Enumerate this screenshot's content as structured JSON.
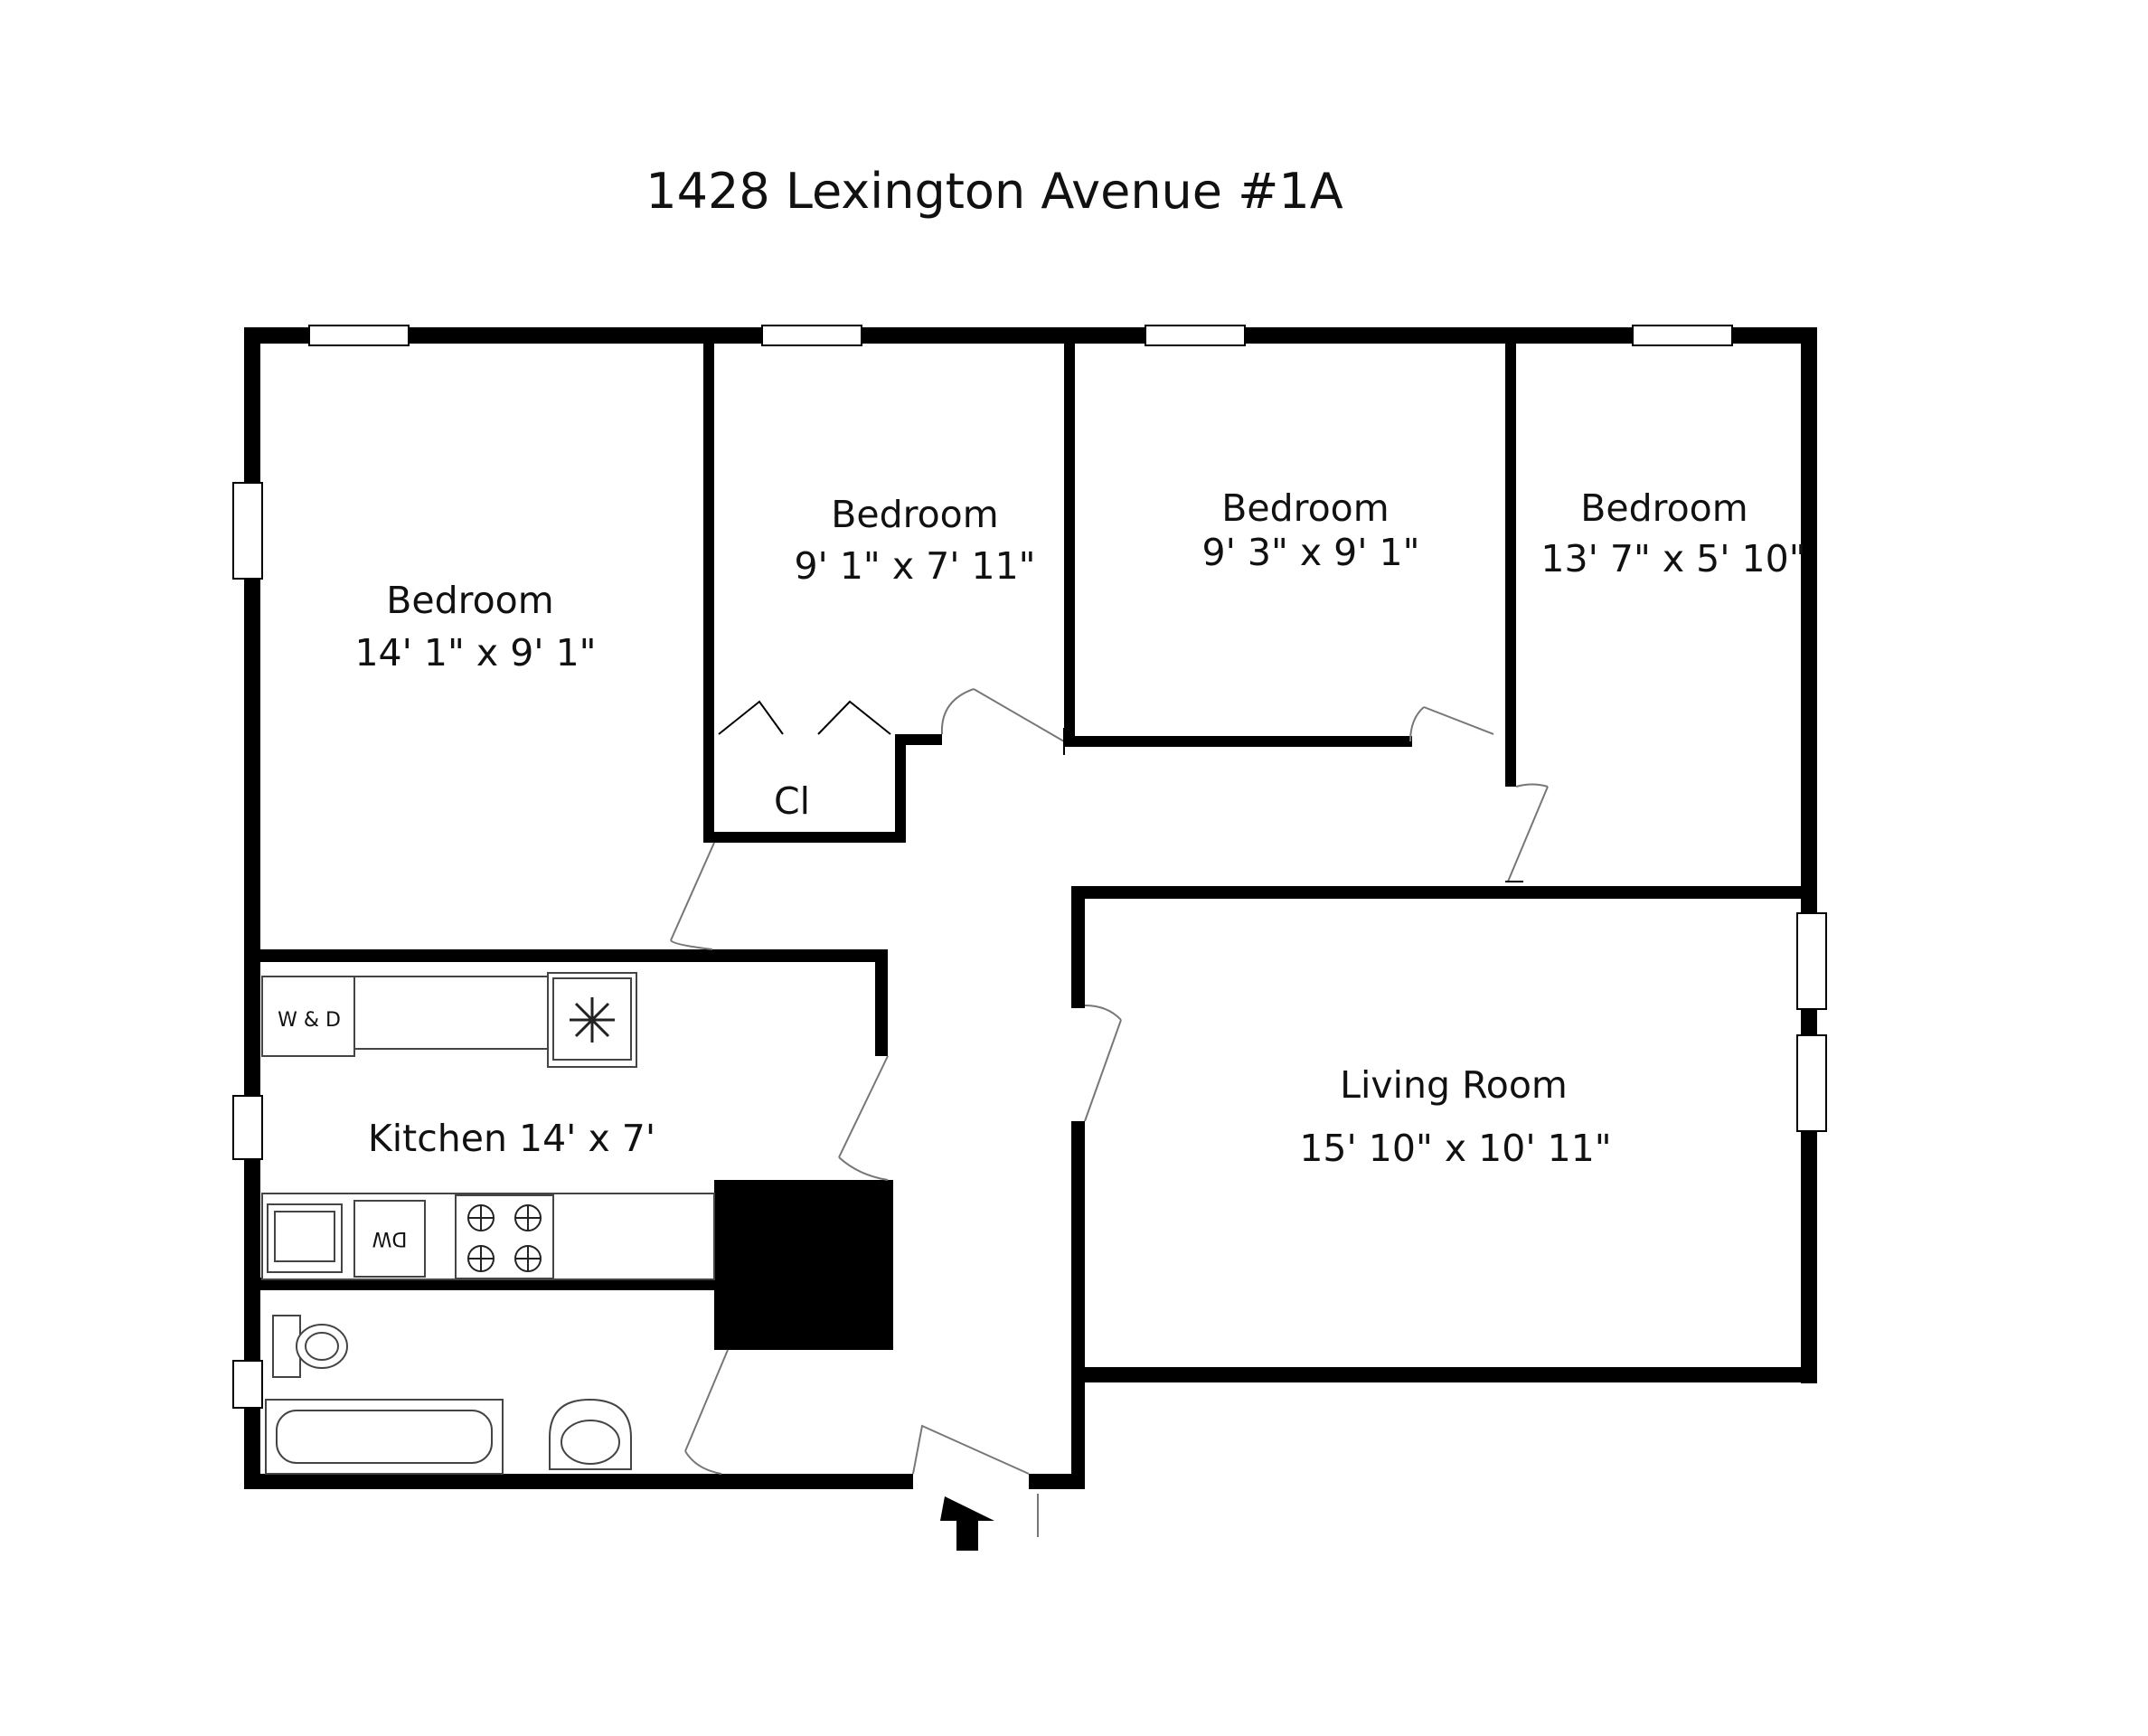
{
  "title": "1428 Lexington Avenue #1A",
  "rooms": {
    "bedroom_1": {
      "name": "Bedroom",
      "size": "14' 1\" x 9' 1\""
    },
    "bedroom_2": {
      "name": "Bedroom",
      "size": "9' 1\" x 7' 11\""
    },
    "bedroom_3": {
      "name": "Bedroom",
      "size": "9' 3\" x 9' 1\""
    },
    "bedroom_4": {
      "name": "Bedroom",
      "size": "13' 7\" x 5' 10\""
    },
    "living_room": {
      "name": "Living Room",
      "size": "15' 10\" x 10' 11\""
    },
    "kitchen": {
      "label": "Kitchen 14' x 7'"
    },
    "closet": {
      "label": "Cl"
    }
  },
  "fixtures": {
    "washer_dryer": "W & D",
    "dishwasher": "DW"
  },
  "colors": {
    "wall": "#000000",
    "background": "#ffffff",
    "door_swing": "#777777"
  }
}
